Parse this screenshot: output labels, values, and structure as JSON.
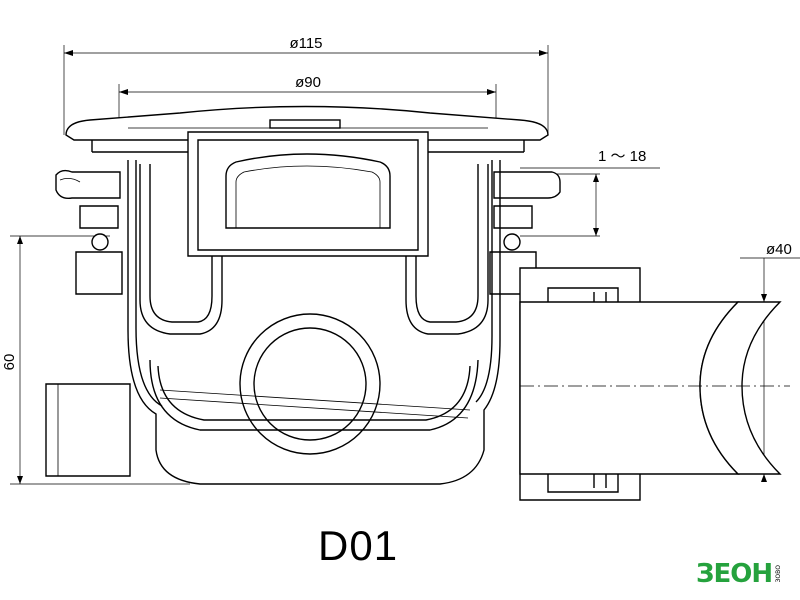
{
  "product": {
    "model": "D01"
  },
  "dimensions": {
    "outer_diameter": "ø115",
    "inner_diameter": "ø90",
    "adjust_range": "1 ～ 18",
    "outlet_diameter": "ø40",
    "height": "60"
  },
  "brand": {
    "name": "ЗЕОН",
    "tagline": "ЗОВО"
  }
}
